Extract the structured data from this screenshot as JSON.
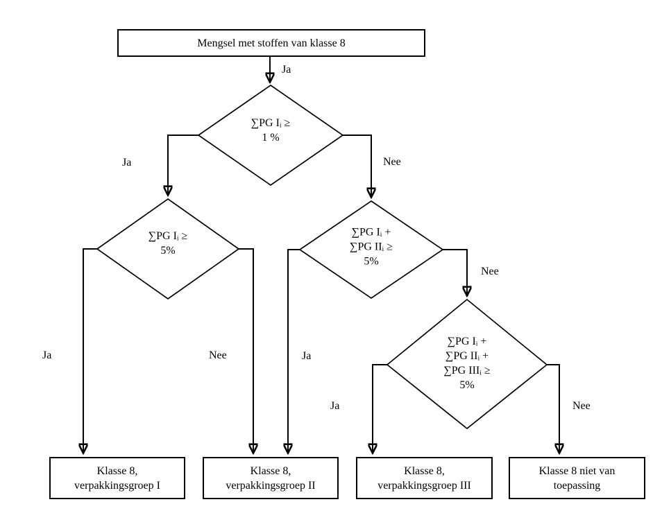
{
  "flow": {
    "start": {
      "label": "Mengsel met stoffen van klasse 8"
    },
    "decisions": [
      {
        "lines": [
          "∑PG Iᵢ ≥",
          "1 %"
        ]
      },
      {
        "lines": [
          "∑PG Iᵢ ≥",
          "5%"
        ]
      },
      {
        "lines": [
          "∑PG Iᵢ +",
          "∑PG IIᵢ ≥",
          "5%"
        ]
      },
      {
        "lines": [
          "∑PG Iᵢ +",
          "∑PG IIᵢ +",
          "∑PG IIIᵢ ≥",
          "5%"
        ]
      }
    ],
    "outcomes": [
      {
        "lines": [
          "Klasse 8,",
          "verpakkingsgroep I"
        ]
      },
      {
        "lines": [
          "Klasse 8,",
          "verpakkingsgroep II"
        ]
      },
      {
        "lines": [
          "Klasse 8,",
          "verpakkingsgroep III"
        ]
      },
      {
        "lines": [
          "Klasse 8 niet van",
          "toepassing"
        ]
      }
    ],
    "edge_labels": {
      "start_to_d1": "Ja",
      "d1_yes": "Ja",
      "d1_no": "Nee",
      "d2_yes": "Ja",
      "d2_no": "Nee",
      "d3_yes": "Ja",
      "d3_no": "Nee",
      "d4_yes": "Ja",
      "d4_no": "Nee"
    },
    "colors": {
      "line": "#000000",
      "background": "#ffffff",
      "text": "#000000"
    }
  }
}
